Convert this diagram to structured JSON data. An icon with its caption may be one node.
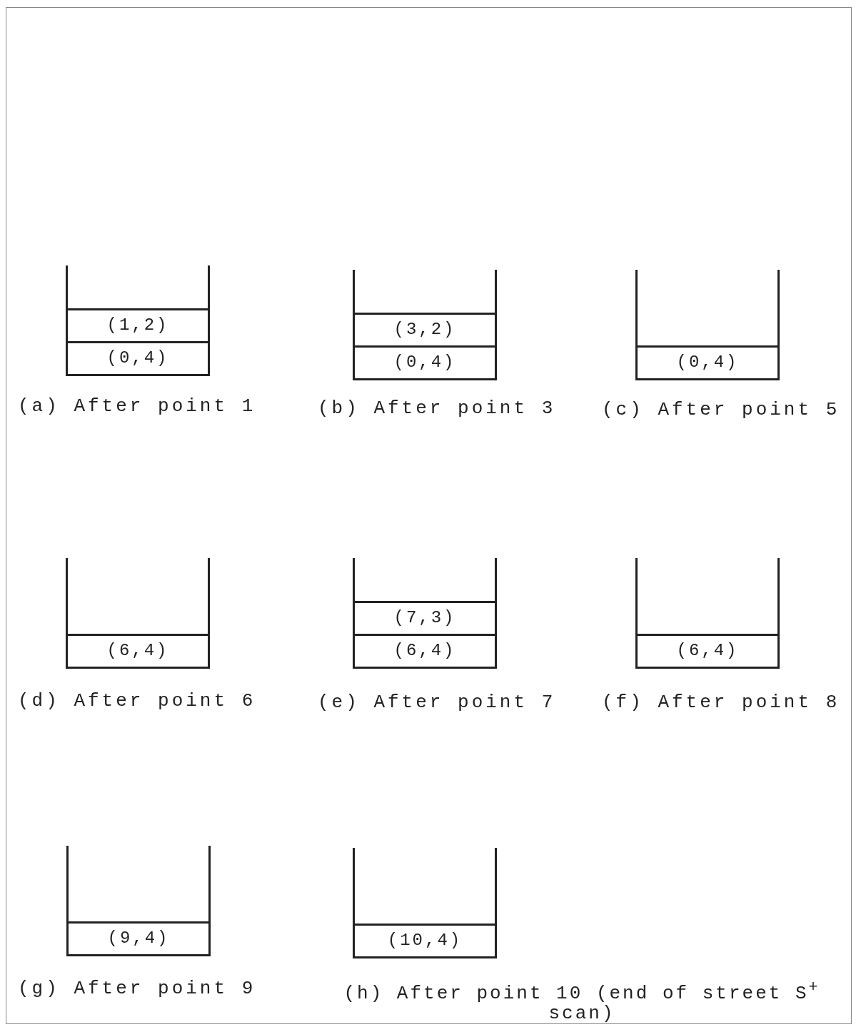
{
  "diagram": {
    "nodes": [
      {
        "text": [],
        "shape": "box",
        "beside": [
          "(a) After point 1"
        ]
      },
      {
        "text": [
          "(1,2)"
        ],
        "in": 0
      },
      {
        "text": [
          "(0,4)"
        ],
        "in": 0
      },
      {
        "text": [],
        "shape": "box",
        "beside": [
          "(b) After point 3"
        ]
      },
      {
        "text": [
          "(3,2)"
        ],
        "in": 3
      },
      {
        "text": [
          "(0,4)"
        ],
        "in": 3
      },
      {
        "text": [],
        "shape": "box",
        "beside": [
          "(c) After point 5"
        ]
      },
      {
        "text": [
          "(0,4)"
        ],
        "in": 6
      },
      {
        "text": [],
        "shape": "box",
        "beside": [
          "(d) After point 6"
        ]
      },
      {
        "text": [
          "(6,4)"
        ],
        "in": 8
      },
      {
        "text": [],
        "shape": "box",
        "beside": [
          "(e) After point 7"
        ]
      },
      {
        "text": [
          "(7,3)"
        ],
        "in": 10
      },
      {
        "text": [
          "(6,4)"
        ],
        "in": 10
      },
      {
        "text": [],
        "shape": "box",
        "beside": [
          "(f) After point 8"
        ]
      },
      {
        "text": [
          "(6,4)"
        ],
        "in": 13
      },
      {
        "text": [],
        "shape": "box",
        "beside": [
          "(g) After point 9"
        ]
      },
      {
        "text": [
          "(9,4)"
        ],
        "in": 15
      },
      {
        "text": [],
        "shape": "box",
        "beside": [
          "(h) After point 10 (end of street S$^{+}$ scan)"
        ]
      },
      {
        "text": [
          "(10,4)"
        ],
        "in": 17
      }
    ]
  }
}
